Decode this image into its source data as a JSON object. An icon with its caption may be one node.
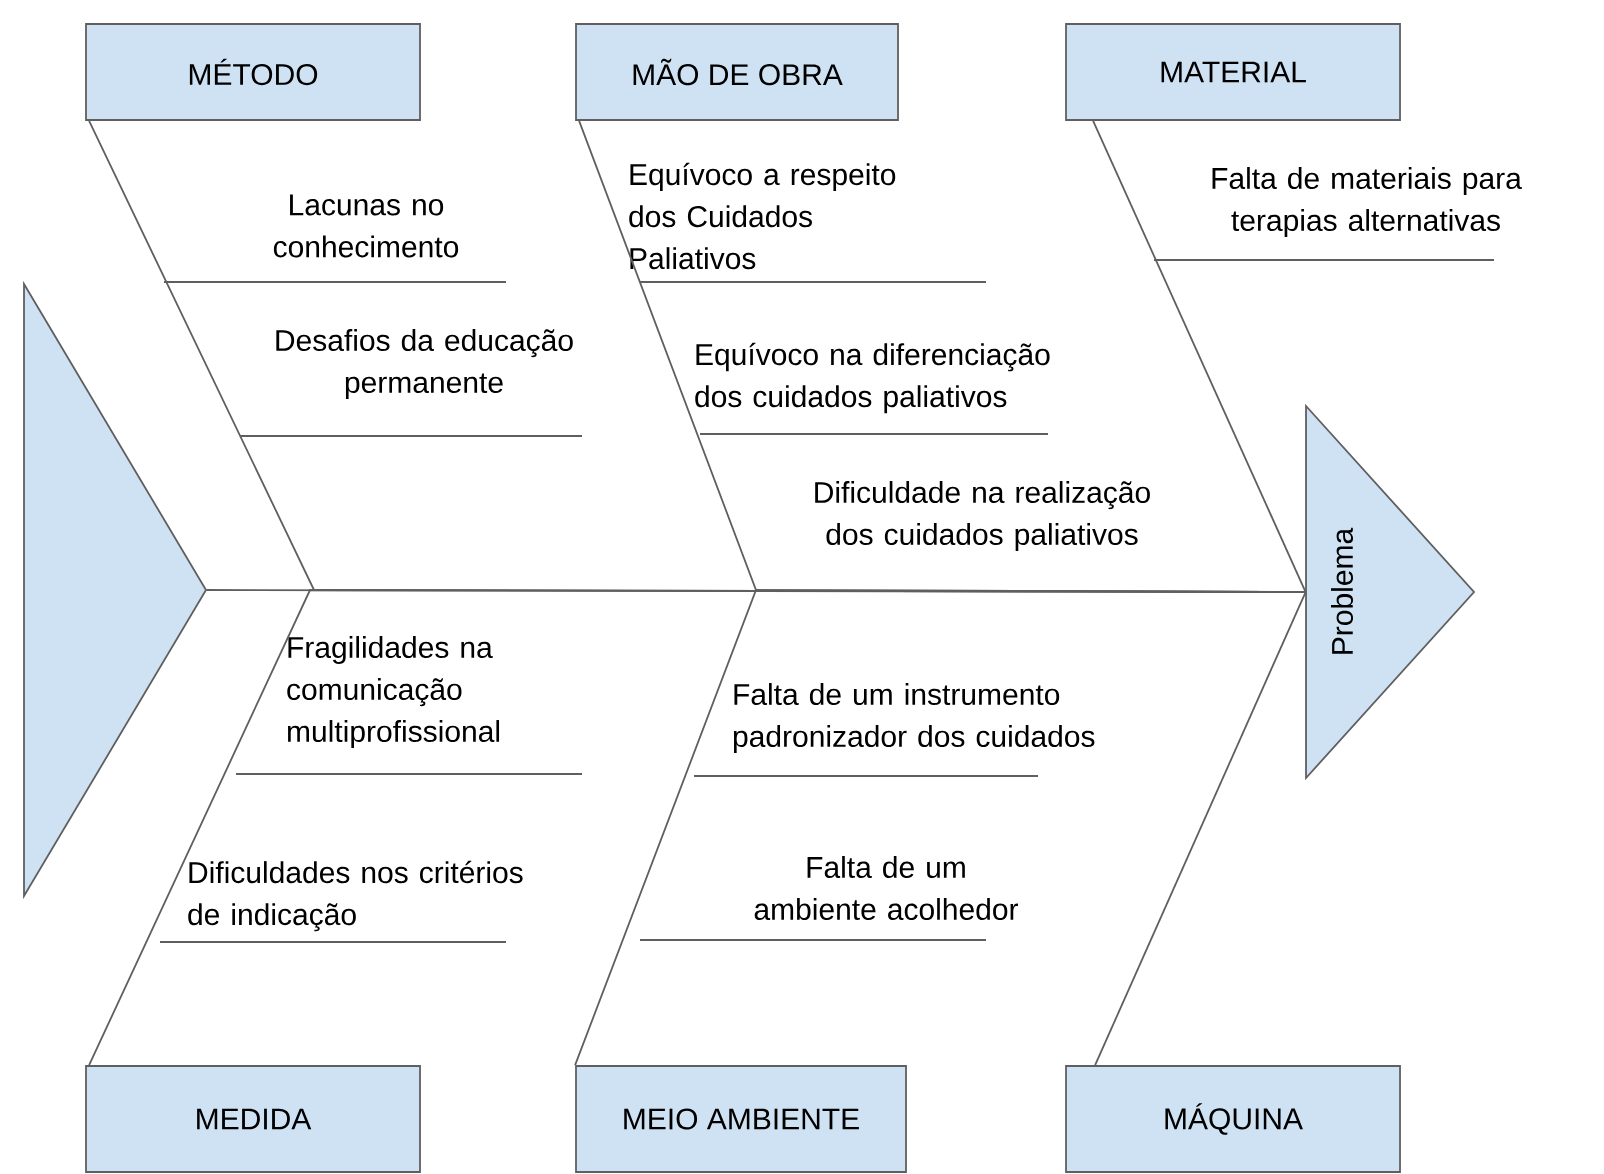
{
  "diagram": {
    "nodes": [
      {
        "text": [
          "MÉTODO"
        ]
      },
      {
        "text": [
          "MÃO DE OBRA"
        ]
      },
      {
        "text": [
          "MATERIAL"
        ]
      },
      {
        "text": [],
        "shape": "triangle"
      },
      {
        "text": [
          "Problema"
        ]
      },
      {
        "text": [
          "MEDIDA"
        ]
      },
      {
        "text": [
          "MEIO AMBIENTE"
        ]
      },
      {
        "text": [
          "MÁQUINA"
        ]
      }
    ],
    "edges": [
      {
        "from": 3,
        "to": 4,
        "arrow": "none"
      },
      {
        "from": 0,
        "to": 4,
        "arrow": "none"
      },
      {
        "from": 1,
        "to": 4,
        "arrow": "none"
      },
      {
        "from": 5,
        "to": 4,
        "arrow": "none"
      },
      {
        "from": 6,
        "to": 4,
        "arrow": "none"
      },
      {
        "from": 2,
        "to": 4,
        "arrow": "none"
      },
      {
        "from": 7,
        "to": 4,
        "arrow": "none"
      }
    ],
    "labels": [
      "Lacunas no conhecimento",
      "Equívoco a respeito dos Cuidados Paliativos",
      "Falta de materiais para terapias alternativas",
      "Desafios da educação permanente",
      "Equívoco na diferenciação dos cuidados paliativos",
      "Dificuldade na realização dos cuidados paliativos",
      "Fragilidades na comunicação multiprofissional",
      "Falta de um instrumento padronizador dos cuidados",
      "Dificuldades nos critérios de indicação",
      "Falta de um ambiente acolhedor"
    ]
  }
}
